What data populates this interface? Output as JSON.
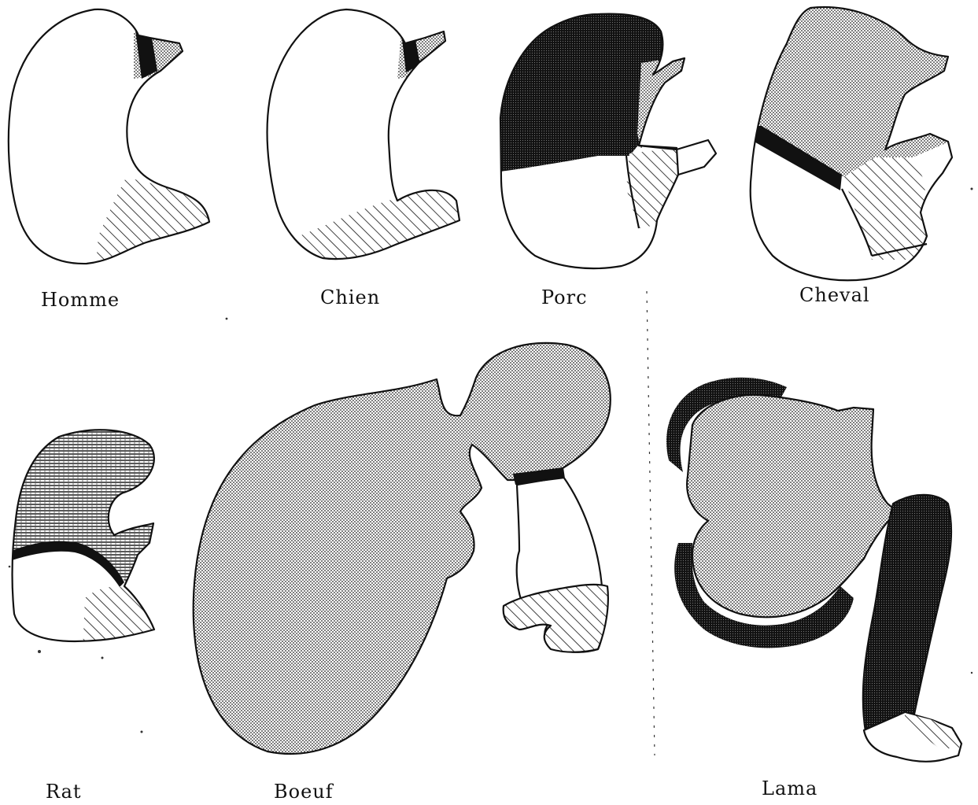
{
  "labels": {
    "homme": "Homme",
    "chien": "Chien",
    "porc": "Porc",
    "cheval": "Cheval",
    "rat": "Rat",
    "boeuf": "Boeuf",
    "lama": "Lama"
  },
  "colors": {
    "ink": "#111111",
    "paper": "#ffffff"
  },
  "region_fills": {
    "non_glandular": "pattern-stipple",
    "cardiac": "solid-black",
    "fundic": "plain-white",
    "pyloric": "pattern-diagonal-hatch",
    "rat_forestomach": "pattern-horizontal-lines"
  }
}
